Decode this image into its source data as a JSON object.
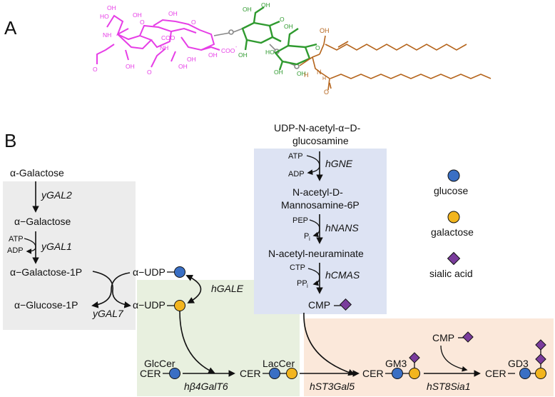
{
  "panels": {
    "a": "A",
    "b": "B"
  },
  "molecule": {
    "atoms": {
      "oh": "OH",
      "ho": "HO",
      "o": "O",
      "nh": "NH",
      "coo": "COO",
      "coo_charge": "-",
      "h": "H",
      "n": "N",
      "h_sub": "H"
    }
  },
  "yeast": {
    "galactose_in": "α-Galactose",
    "ygal2": "yGAL2",
    "galactose": "α−Galactose",
    "atp": "ATP",
    "adp": "ADP",
    "ygal1": "yGAL1",
    "gal1p": "α−Galactose-1P",
    "glc1p": "α−Glucose-1P",
    "ygal7": "yGAL7"
  },
  "udp": {
    "udp_glc": "α−UDP",
    "udp_gal": "α−UDP",
    "hgale": "hGALE"
  },
  "sialic": {
    "udp_glcnac_1": "UDP-N-acetyl-α−D-",
    "udp_glcnac_2": "glucosamine",
    "atp": "ATP",
    "adp": "ADP",
    "hgne": "hGNE",
    "manac6p_1": "N-acetyl-D-",
    "manac6p_2": "Mannosamine-6P",
    "pep": "PEP",
    "pi": "P",
    "pi_sub": "i",
    "hnans": "hNANS",
    "neu5ac": "N-acetyl-neuraminate",
    "ctp": "CTP",
    "ppi": "PP",
    "ppi_sub": "i",
    "hcmas": "hCMAS",
    "cmp": "CMP"
  },
  "legend": {
    "glucose": "glucose",
    "galactose": "galactose",
    "sialic_acid": "sialic acid"
  },
  "pathway": {
    "glccer": "GlcCer",
    "cer1": "CER",
    "hb4galt6": "hβ4GalT6",
    "laccer": "LacCer",
    "cer2": "CER",
    "hst3gal5": "hST3Gal5",
    "gm3": "GM3",
    "cer3": "CER",
    "cmp2": "CMP",
    "hst8sia1": "hST8Sia1",
    "gd3": "GD3",
    "cer4": "CER"
  },
  "colors": {
    "glucose": "#3a6fc4",
    "galactose": "#f2b51e",
    "sialic_acid": "#7a3c9c",
    "neu5ac_structure": "#e63ee6",
    "hexose_structure": "#2f9a2f",
    "ceramide_structure": "#b5651d",
    "yeast_box": "#ececec",
    "udp_box": "#e8f0df",
    "sialic_box": "#dde3f3",
    "transferase_box": "#fbe8da"
  }
}
